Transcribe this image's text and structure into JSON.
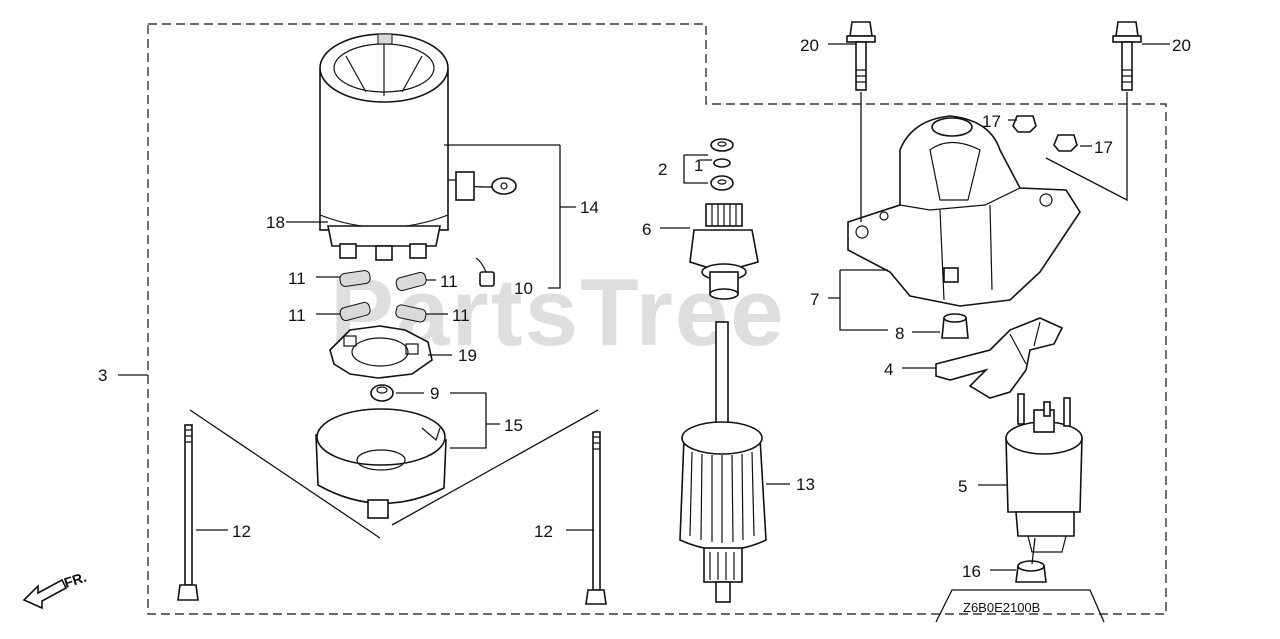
{
  "watermark": "PartsTree",
  "diagram_code": "Z6B0E2100B",
  "direction_label": "FR.",
  "callouts": {
    "c1": "1",
    "c2": "2",
    "c3": "3",
    "c4": "4",
    "c5": "5",
    "c6": "6",
    "c7": "7",
    "c8": "8",
    "c9": "9",
    "c10": "10",
    "c11a": "11",
    "c11b": "11",
    "c11c": "11",
    "c11d": "11",
    "c12a": "12",
    "c12b": "12",
    "c13": "13",
    "c14": "14",
    "c15": "15",
    "c16": "16",
    "c17a": "17",
    "c17b": "17",
    "c18": "18",
    "c19": "19",
    "c20a": "20",
    "c20b": "20"
  },
  "colors": {
    "line": "#111111",
    "watermark": "#000000",
    "background": "#ffffff"
  }
}
